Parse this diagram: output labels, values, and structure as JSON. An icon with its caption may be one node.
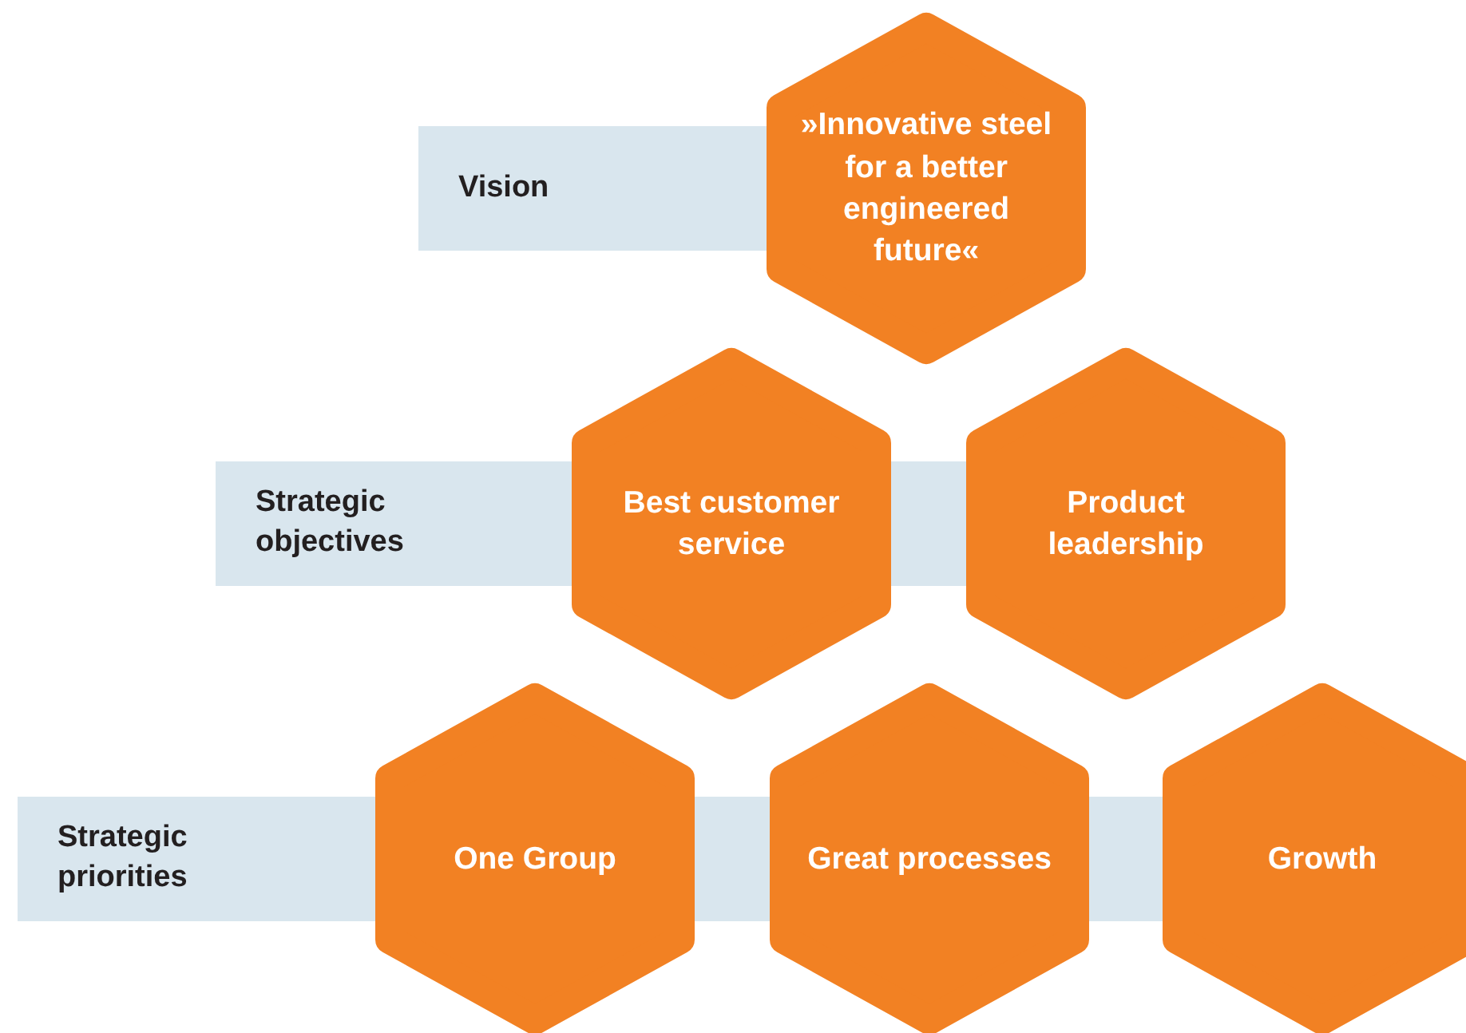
{
  "diagram": {
    "nodes": [
      {
        "text": [
          "Vision"
        ]
      },
      {
        "text": [
          "»Innovative steel for a better engineered future«"
        ]
      },
      {
        "text": [
          "Strategic objectives"
        ]
      },
      {
        "text": [
          "Best customer service"
        ]
      },
      {
        "text": [
          "Product leadership"
        ]
      },
      {
        "text": [
          "Strategic priorities"
        ]
      },
      {
        "text": [
          "One Group"
        ]
      },
      {
        "text": [
          "Great processes"
        ]
      },
      {
        "text": [
          "Growth"
        ]
      },
      {
        "text": [],
        "shape": "bar"
      },
      {
        "text": [],
        "shape": "bar"
      },
      {
        "text": [],
        "shape": "bar"
      }
    ]
  }
}
